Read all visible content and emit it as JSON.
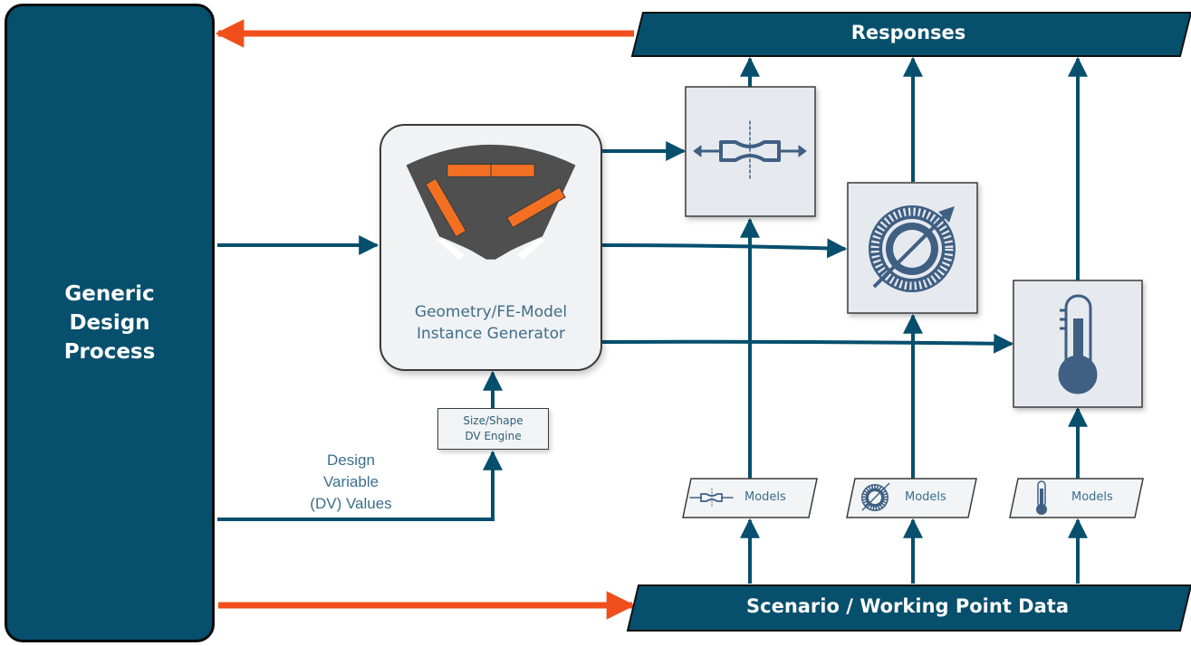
{
  "colors": {
    "primary": "#064f6d",
    "accent": "#f04e1b",
    "box_bg": "#e6e9ee",
    "icon": "#3f5f83",
    "rotor_gray": "#4f4f4f",
    "magnet": "#f36f21"
  },
  "left_panel": {
    "label": "Generic\nDesign\nProcess"
  },
  "responses": {
    "label": "Responses"
  },
  "scenario": {
    "label": "Scenario / Working Point Data"
  },
  "generator": {
    "label": "Geometry/FE-Model\nInstance Generator"
  },
  "dv_engine": {
    "label": "Size/Shape\nDV Engine"
  },
  "dv_values": {
    "label": "Design\nVariable\n(DV) Values"
  },
  "models": [
    {
      "icon": "mechanical-stress-icon",
      "label": "Models"
    },
    {
      "icon": "electromagnetic-icon",
      "label": "Models"
    },
    {
      "icon": "thermometer-icon",
      "label": "Models"
    }
  ],
  "analysis_boxes": [
    {
      "icon": "mechanical-stress-icon"
    },
    {
      "icon": "electromagnetic-icon"
    },
    {
      "icon": "thermometer-icon"
    }
  ]
}
